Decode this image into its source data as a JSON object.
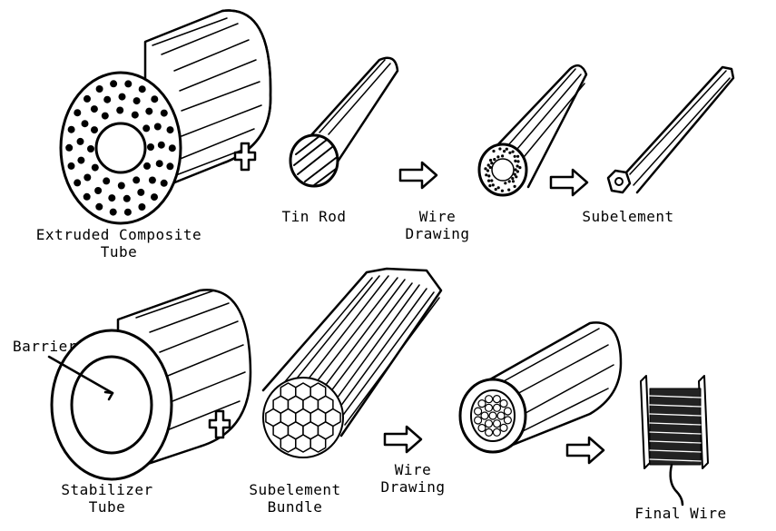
{
  "labels": {
    "extruded_line1": "Extruded Composite",
    "extruded_line2": "Tube",
    "tin_rod": "Tin Rod",
    "wire_drawing_1_line1": "Wire",
    "wire_drawing_1_line2": "Drawing",
    "subelement": "Subelement",
    "barrier": "Barrier",
    "stabilizer_line1": "Stabilizer",
    "stabilizer_line2": "Tube",
    "bundle_line1": "Subelement",
    "bundle_line2": "Bundle",
    "wire_drawing_2_line1": "Wire",
    "wire_drawing_2_line2": "Drawing",
    "final_wire": "Final Wire"
  },
  "icons": {
    "plus": "plus-icon",
    "arrow": "right-arrow-icon"
  },
  "colors": {
    "ink": "#000000",
    "paper": "#ffffff"
  }
}
